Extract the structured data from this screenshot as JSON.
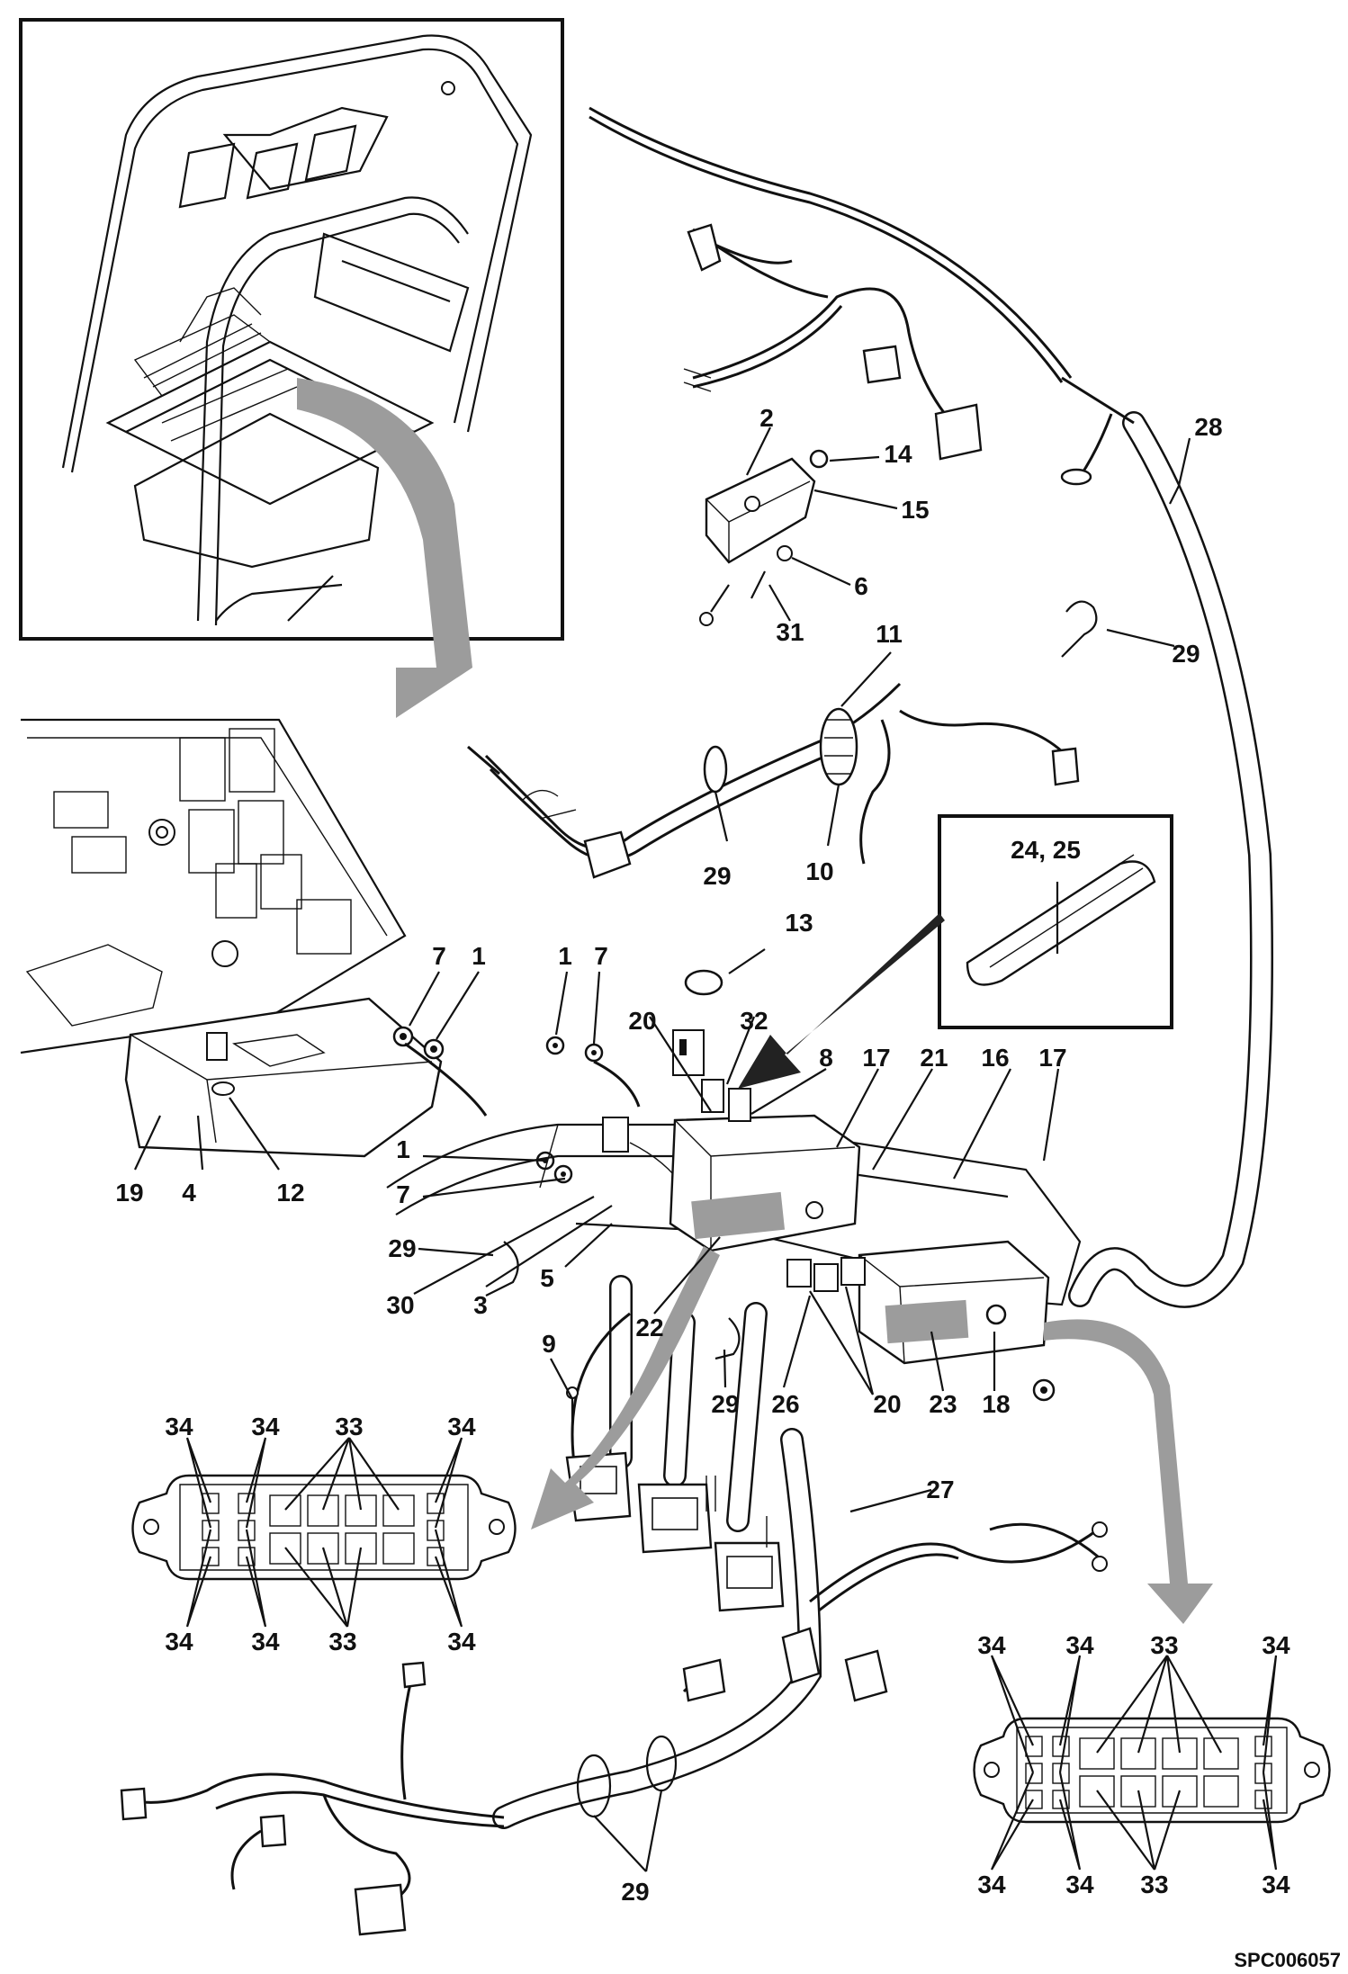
{
  "figure_id": "SPC006057",
  "callouts": {
    "c_2": "2",
    "c_14": "14",
    "c_15": "15",
    "c_6": "6",
    "c_31": "31",
    "c_28": "28",
    "c_29_a": "29",
    "c_11": "11",
    "c_29_b": "29",
    "c_10": "10",
    "c_24_25": "24, 25",
    "c_13": "13",
    "c_7_a": "7",
    "c_1_a": "1",
    "c_1_b": "1",
    "c_7_b": "7",
    "c_20_a": "20",
    "c_32": "32",
    "c_8": "8",
    "c_17_a": "17",
    "c_21": "21",
    "c_16": "16",
    "c_17_b": "17",
    "c_19": "19",
    "c_4": "4",
    "c_12": "12",
    "c_1_c": "1",
    "c_7_c": "7",
    "c_29_c": "29",
    "c_30": "30",
    "c_3": "3",
    "c_5": "5",
    "c_22": "22",
    "c_9": "9",
    "c_29_d": "29",
    "c_26": "26",
    "c_20_b": "20",
    "c_23": "23",
    "c_18": "18",
    "c_27": "27",
    "c_29_e": "29",
    "fb1": {
      "tl": "34",
      "tm": "34",
      "tc": "33",
      "tr": "34",
      "bl": "34",
      "bm": "34",
      "bc": "33",
      "br": "34"
    },
    "fb2": {
      "tl": "34",
      "tm": "34",
      "tc": "33",
      "tr": "34",
      "bl": "34",
      "bm": "34",
      "bc": "33",
      "br": "34"
    }
  }
}
